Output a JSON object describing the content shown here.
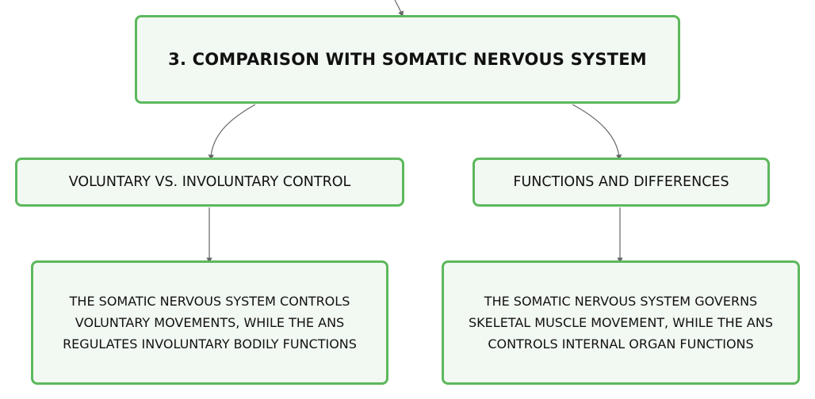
{
  "colors": {
    "node_border": "#5cb85c",
    "node_fill": "#f2f8f2",
    "connector": "#666666",
    "text": "#111111"
  },
  "diagram": {
    "root": {
      "label": "3. COMPARISON WITH SOMATIC NERVOUS SYSTEM"
    },
    "branches": [
      {
        "label": "VOLUNTARY VS. INVOLUNTARY CONTROL",
        "detail": "THE SOMATIC NERVOUS SYSTEM CONTROLS VOLUNTARY MOVEMENTS, WHILE THE ANS REGULATES INVOLUNTARY BODILY FUNCTIONS"
      },
      {
        "label": "FUNCTIONS AND DIFFERENCES",
        "detail": "THE SOMATIC NERVOUS SYSTEM GOVERNS SKELETAL MUSCLE MOVEMENT, WHILE THE ANS CONTROLS INTERNAL ORGAN FUNCTIONS"
      }
    ]
  }
}
